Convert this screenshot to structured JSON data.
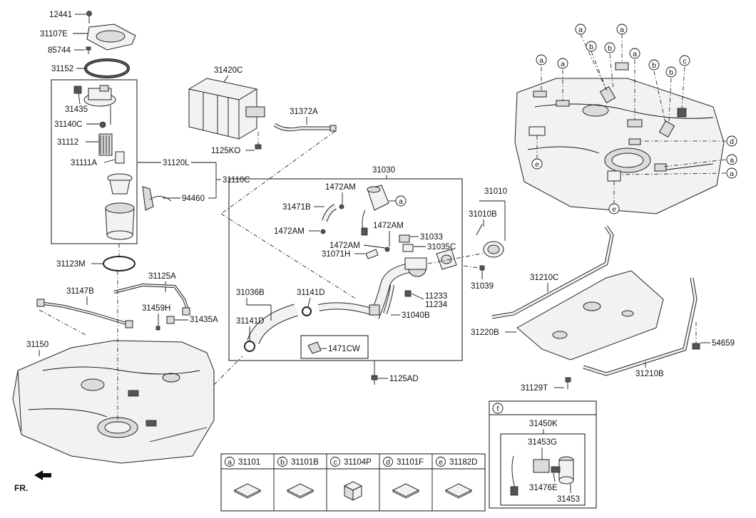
{
  "labels": {
    "p12441": "12441",
    "p31107E": "31107E",
    "p85744": "85744",
    "p31152": "31152",
    "p31435": "31435",
    "p31140C": "31140C",
    "p31112": "31112",
    "p31111A": "31111A",
    "p31120L": "31120L",
    "p31110C": "31110C",
    "p94460": "94460",
    "p31420C": "31420C",
    "p31372A": "31372A",
    "p1125KO": "1125KO",
    "p31030": "31030",
    "p1472AM_1": "1472AM",
    "p31471B": "31471B",
    "p1472AM_2": "1472AM",
    "p1472AM_3": "1472AM",
    "p31033": "31033",
    "p1472AM_4": "1472AM",
    "p31035C": "31035C",
    "p31071H": "31071H",
    "p31010": "31010",
    "p31010B": "31010B",
    "p31039": "31039",
    "p31123M": "31123M",
    "p31125A": "31125A",
    "p31147B": "31147B",
    "p31459H": "31459H",
    "p31435A": "31435A",
    "p31036B": "31036B",
    "p31141D_1": "31141D",
    "p31141D_2": "31141D",
    "p11233": "11233",
    "p11234": "11234",
    "p31040B": "31040B",
    "p1471CW": "1471CW",
    "p1125AD": "1125AD",
    "p31150": "31150",
    "p31210C": "31210C",
    "p31220B": "31220B",
    "p54659": "54659",
    "p31210B": "31210B",
    "p31129T": "31129T",
    "p31450K": "31450K",
    "p31453G": "31453G",
    "p31476E": "31476E",
    "p31453": "31453",
    "fr": "FR."
  },
  "callouts": {
    "a": "a",
    "b": "b",
    "c": "c",
    "d": "d",
    "e": "e",
    "f": "f"
  },
  "legend": [
    {
      "key": "a",
      "part": "31101"
    },
    {
      "key": "b",
      "part": "31101B"
    },
    {
      "key": "c",
      "part": "31104P"
    },
    {
      "key": "d",
      "part": "31101F"
    },
    {
      "key": "e",
      "part": "31182D"
    }
  ]
}
